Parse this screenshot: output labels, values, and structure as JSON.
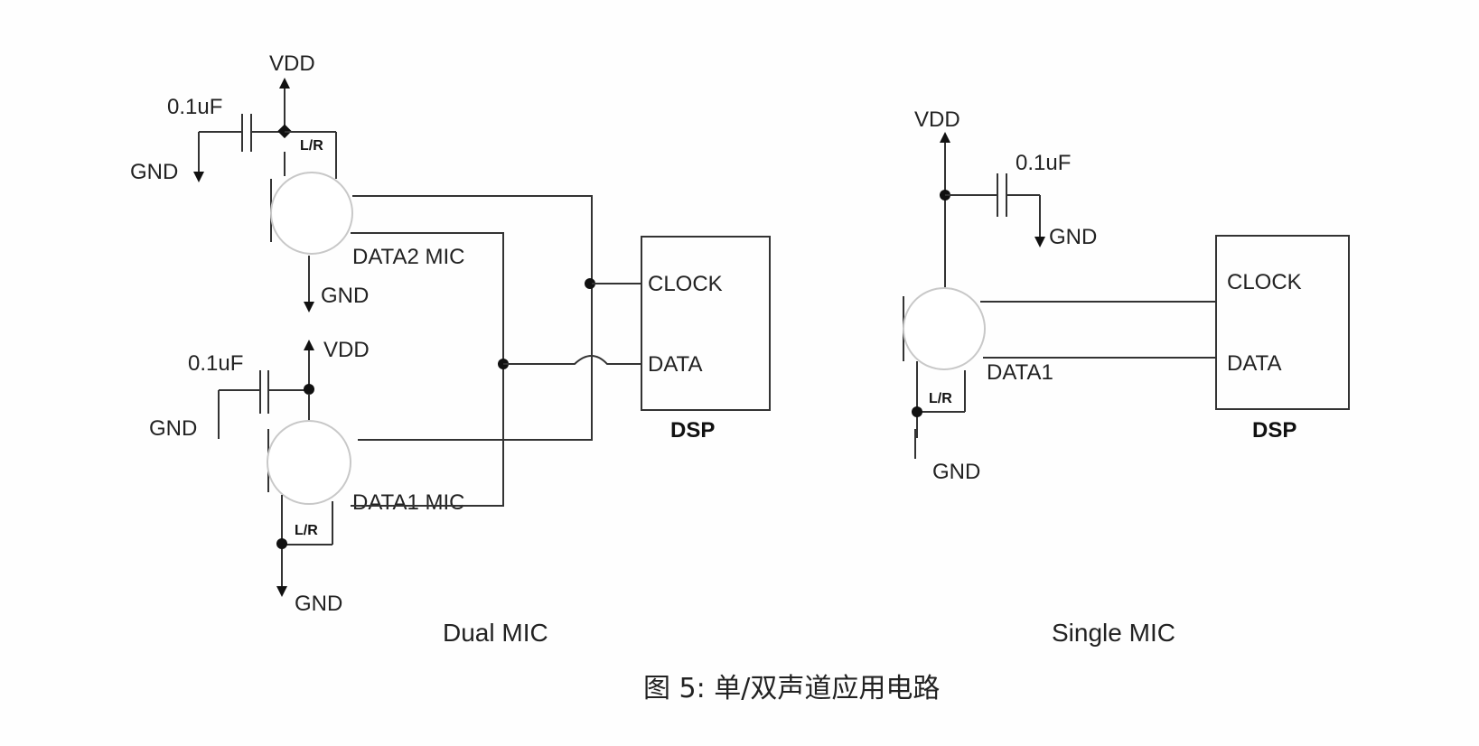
{
  "figure": {
    "caption": "图 5: 单/双声道应用电路",
    "dual": {
      "title": "Dual MIC",
      "mic2": {
        "label": "DATA2 MIC",
        "lr": "L/R",
        "vdd": "VDD",
        "gnd_cap": "GND",
        "gnd_mic": "GND",
        "cap": "0.1uF"
      },
      "mic1": {
        "label": "DATA1 MIC",
        "lr": "L/R",
        "vdd": "VDD",
        "gnd_cap": "GND",
        "gnd_lr": "GND",
        "cap": "0.1uF"
      },
      "dsp": {
        "name": "DSP",
        "clock": "CLOCK",
        "data": "DATA"
      }
    },
    "single": {
      "title": "Single MIC",
      "mic": {
        "label": "DATA1",
        "lr": "L/R",
        "vdd": "VDD",
        "gnd_cap": "GND",
        "gnd_lr": "GND",
        "cap": "0.1uF"
      },
      "dsp": {
        "name": "DSP",
        "clock": "CLOCK",
        "data": "DATA"
      }
    }
  }
}
